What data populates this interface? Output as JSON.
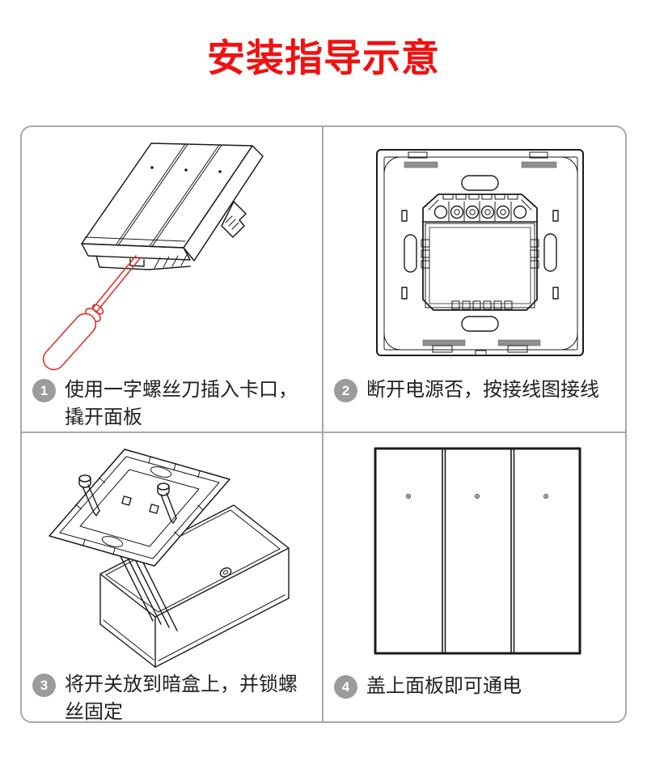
{
  "page": {
    "title": "安装指导示意"
  },
  "colors": {
    "title_red": "#f01111",
    "step_circle": "#9b9b9b",
    "line_art": "#1b1b1b",
    "screwdriver_red": "#e2312a",
    "grid_border": "#a8a8a8",
    "caption_text": "#222222"
  },
  "steps": [
    {
      "number": "1",
      "caption": "使用一字螺丝刀插入卡口，撬开面板",
      "illustration": "pry-open-panel-with-flat-screwdriver"
    },
    {
      "number": "2",
      "caption": "断开电源否，按接线图接线",
      "illustration": "switch-base-wiring-terminals"
    },
    {
      "number": "3",
      "caption": "将开关放到暗盒上，并锁螺丝固定",
      "illustration": "mount-switch-on-wall-box-with-screws"
    },
    {
      "number": "4",
      "caption": "盖上面板即可通电",
      "illustration": "three-gang-panel-front-view"
    }
  ]
}
